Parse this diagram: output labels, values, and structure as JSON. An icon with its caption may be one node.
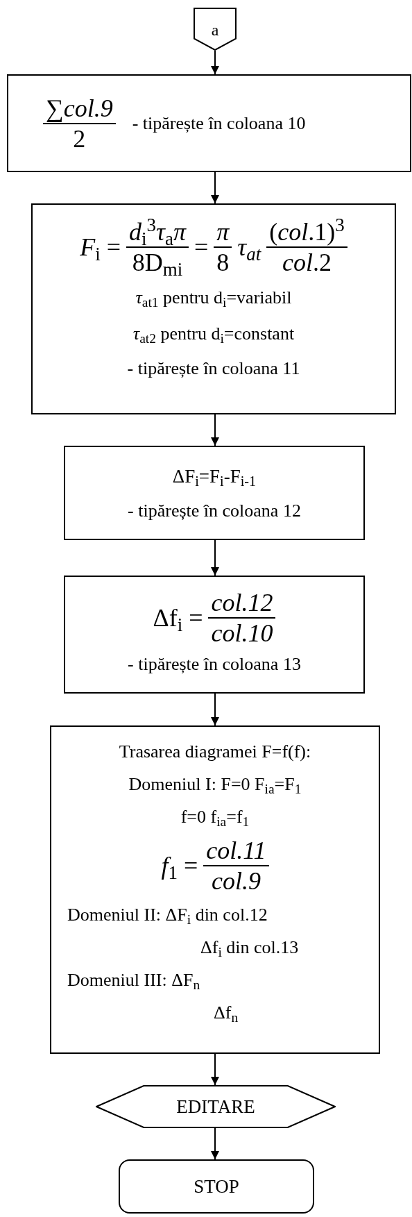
{
  "diagram": {
    "nodes": [
      {
        "text": [
          "a"
        ]
      },
      {
        "text": [
          "∑*col.9*",
          "2",
          "- tipărește în coloana 10"
        ]
      },
      {
        "text": [
          "*F*$_{i}$ =",
          "*d*$_{i}$$^{3}$*τ*$_{a}$*π*",
          "8D$_{mi}$",
          "=",
          "π",
          "8",
          "τ$_{at}$",
          "(*col*.1)$^{3}$",
          "*col*.2",
          "*τ*$_{at1}$ pentru d$_{i}$=variabil",
          "*τ*$_{at2}$ pentru d$_{i}$=constant",
          "- tipărește în coloana 11"
        ]
      },
      {
        "text": [
          "ΔF$_{i}$=F$_{i}$-F$_{i-1}$",
          "- tipărește în coloana 12"
        ]
      },
      {
        "text": [
          "Δf$_{i}$ =",
          "col.12",
          "col.10",
          "- tipărește în coloana 13"
        ]
      },
      {
        "text": [
          "Trasarea diagramei F=f(f):",
          "Domeniul I: F=0 F$_{ia}$=F$_{1}$",
          "f=0 f$_{ia}$=f$_{1}$",
          "*f*$_{1}$ =",
          "col.11",
          "col.9",
          "Domeniul II: ΔF$_{i}$ din col.12",
          "Δf$_{i}$ din col.13",
          "Domeniul III: ΔF$_{n}$",
          "Δf$_{n}$"
        ]
      },
      {
        "text": [
          "EDITARE"
        ]
      },
      {
        "text": [
          "STOP"
        ]
      }
    ],
    "edges": [
      {
        "from": 0,
        "to": 1,
        "arrow": "to"
      },
      {
        "from": 1,
        "to": 2,
        "arrow": "to"
      },
      {
        "from": 2,
        "to": 3,
        "arrow": "to"
      },
      {
        "from": 3,
        "to": 4,
        "arrow": "to"
      },
      {
        "from": 4,
        "to": 5,
        "arrow": "to"
      },
      {
        "from": 5,
        "to": 6,
        "arrow": "to"
      },
      {
        "from": 6,
        "to": 7,
        "arrow": "to"
      }
    ]
  }
}
